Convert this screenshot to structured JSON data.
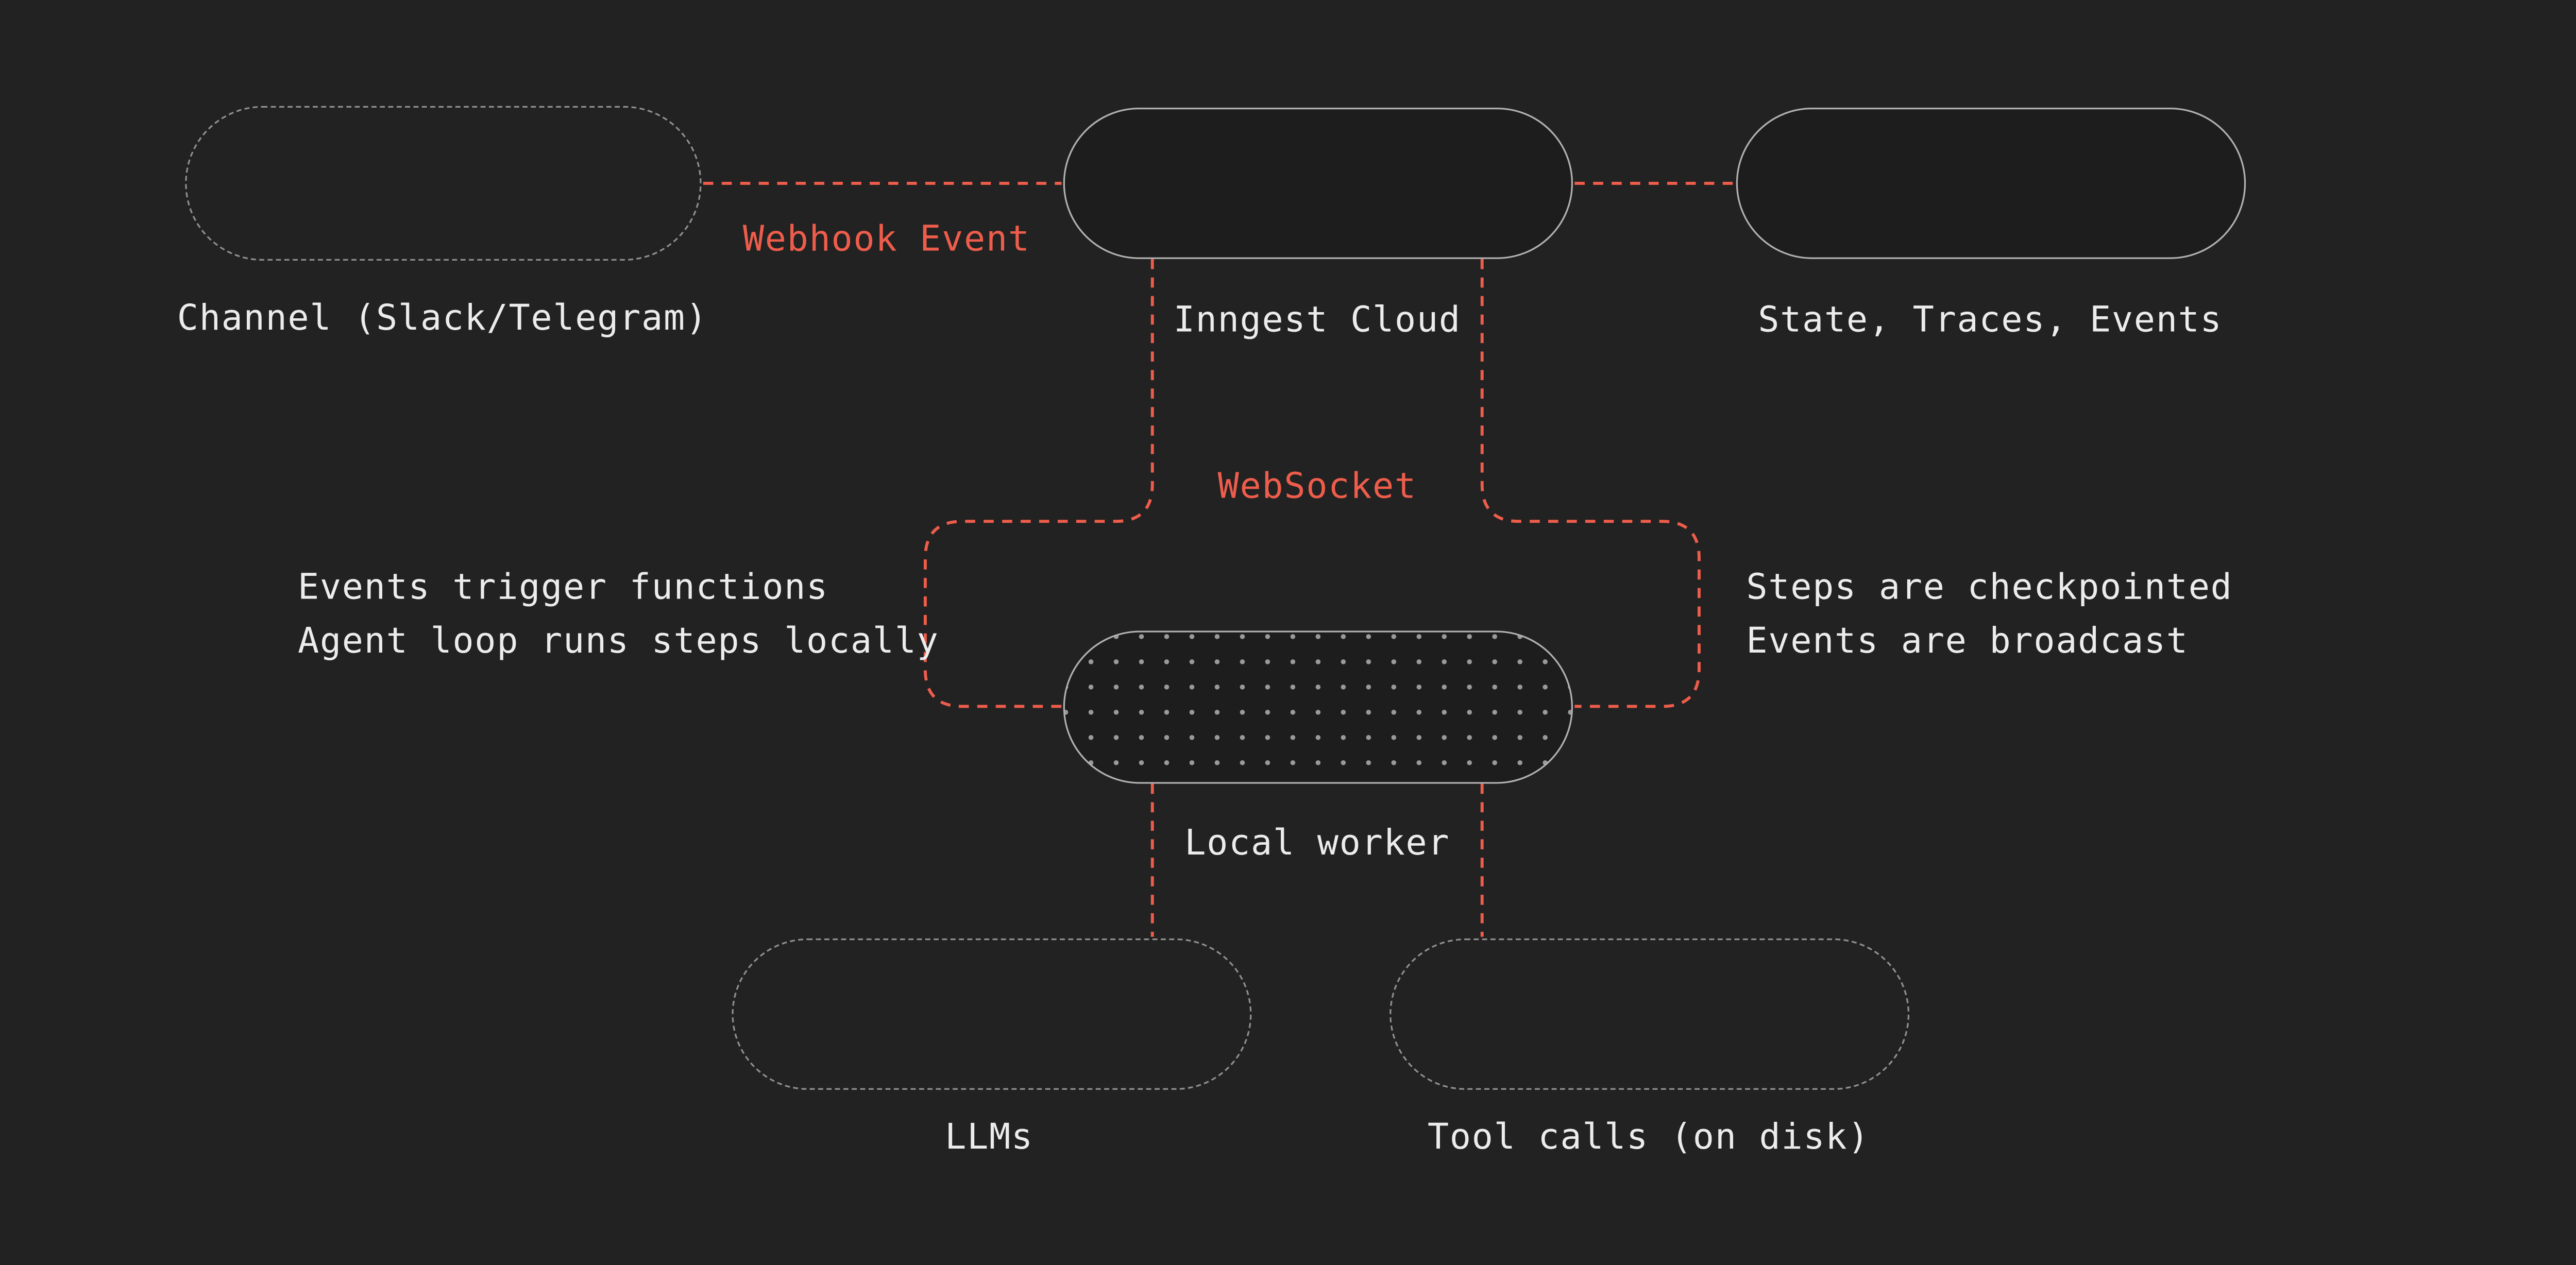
{
  "diagram": {
    "nodes": {
      "channel": {
        "label": "Channel (Slack/Telegram)"
      },
      "inngest_cloud": {
        "label": "Inngest Cloud"
      },
      "state": {
        "label": "State, Traces, Events"
      },
      "local_worker": {
        "label": "Local worker"
      },
      "llms": {
        "label": "LLMs"
      },
      "tool_calls": {
        "label": "Tool calls (on disk)"
      }
    },
    "edges": {
      "webhook_event": {
        "label": "Webhook Event"
      },
      "websocket": {
        "label": "WebSocket"
      }
    },
    "annotations": {
      "left_line1": "Events trigger functions",
      "left_line2": "Agent loop runs steps locally",
      "right_line1": "Steps are checkpointed",
      "right_line2": "Events are broadcast"
    },
    "colors": {
      "background": "#222222",
      "node_fill": "#1d1d1d",
      "node_border": "#b0b0b0",
      "dashed_border": "#8f8f8f",
      "dot": "#9a9a9a",
      "accent": "#ee5d4b",
      "text": "#ececec"
    }
  }
}
